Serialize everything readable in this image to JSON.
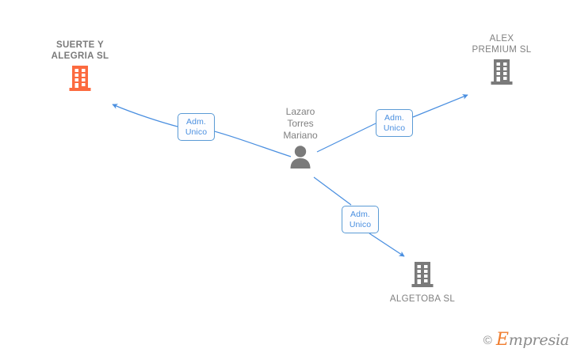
{
  "graph": {
    "title": "Empresia corporate relationship graph",
    "colors": {
      "highlight_company": "#fc6a3f",
      "company": "#7a7a7a",
      "person": "#808080",
      "edge": "#4a8fe0",
      "edge_label_border": "#5b9bd5",
      "edge_label_text": "#4a8fe0",
      "background": "#ffffff"
    },
    "nodes": [
      {
        "id": "suerte",
        "label": "SUERTE Y\nALEGRIA  SL",
        "type": "company",
        "icon": "building-icon",
        "highlighted": true,
        "label_position": "above"
      },
      {
        "id": "alex",
        "label": "ALEX\nPREMIUM  SL",
        "type": "company",
        "icon": "building-icon",
        "highlighted": false,
        "label_position": "above"
      },
      {
        "id": "person",
        "label": "Lazaro\nTorres\nMariano",
        "type": "person",
        "icon": "person-icon",
        "highlighted": false,
        "label_position": "above"
      },
      {
        "id": "algetoba",
        "label": "ALGETOBA  SL",
        "type": "company",
        "icon": "building-icon",
        "highlighted": false,
        "label_position": "below"
      }
    ],
    "edges": [
      {
        "id": "edge-suerte",
        "from": "person",
        "to": "suerte",
        "label": "Adm.\nUnico",
        "direction": "to-target"
      },
      {
        "id": "edge-alex",
        "from": "person",
        "to": "alex",
        "label": "Adm.\nUnico",
        "direction": "to-target"
      },
      {
        "id": "edge-algetoba",
        "from": "person",
        "to": "algetoba",
        "label": "Adm.\nUnico",
        "direction": "to-target"
      }
    ]
  },
  "watermark": {
    "copyright": "©",
    "brand_initial": "E",
    "brand_rest": "mpresia"
  }
}
